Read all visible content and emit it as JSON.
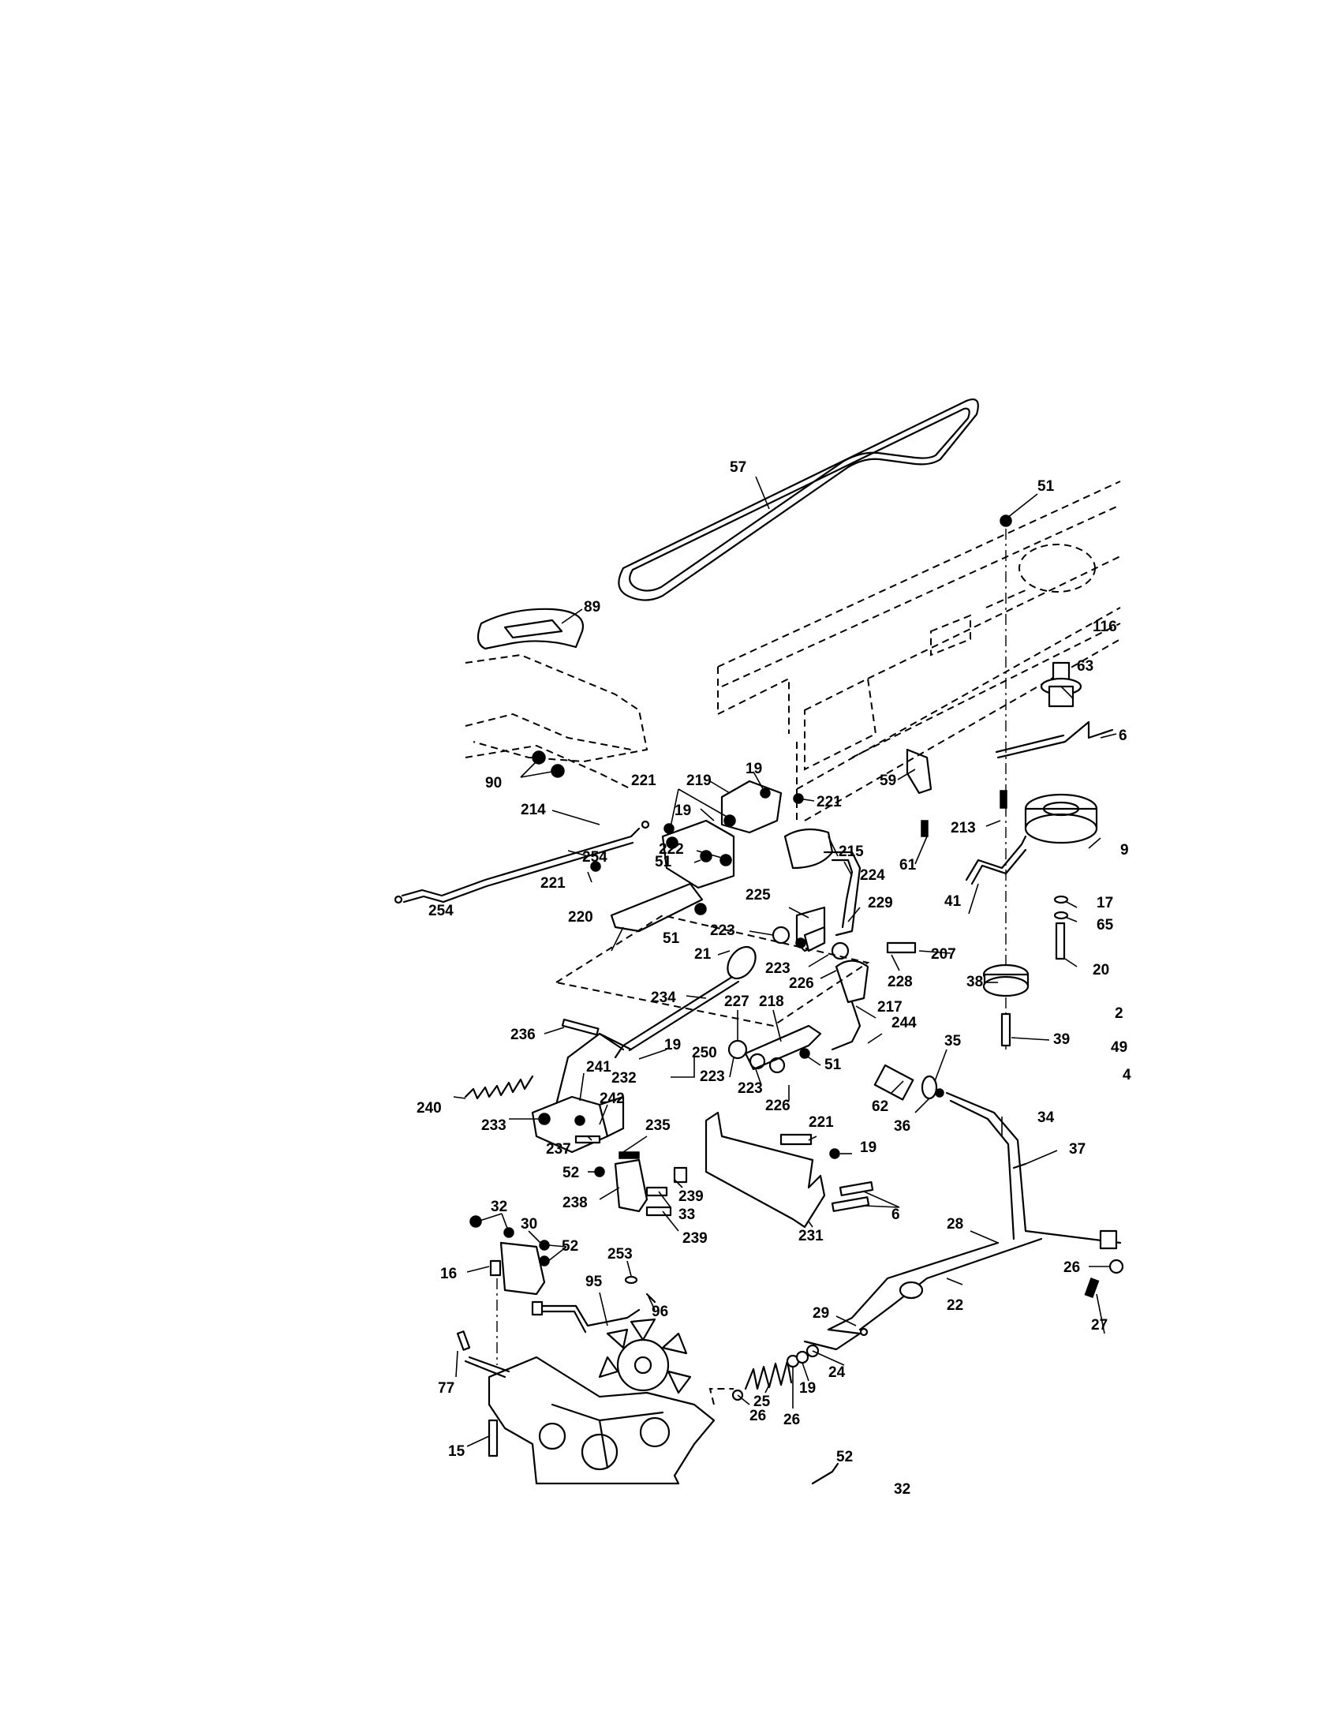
{
  "callouts": [
    {
      "id": "c57",
      "text": "57"
    },
    {
      "id": "c51a",
      "text": "51"
    },
    {
      "id": "c89",
      "text": "89"
    },
    {
      "id": "c116",
      "text": "116"
    },
    {
      "id": "c63",
      "text": "63"
    },
    {
      "id": "c6a",
      "text": "6"
    },
    {
      "id": "c90",
      "text": "90"
    },
    {
      "id": "c19a",
      "text": "19"
    },
    {
      "id": "c221a",
      "text": "221"
    },
    {
      "id": "c219",
      "text": "219"
    },
    {
      "id": "c221b",
      "text": "221"
    },
    {
      "id": "c19b",
      "text": "19"
    },
    {
      "id": "c59",
      "text": "59"
    },
    {
      "id": "c213",
      "text": "213"
    },
    {
      "id": "c214",
      "text": "214"
    },
    {
      "id": "c215",
      "text": "215"
    },
    {
      "id": "c9",
      "text": "9"
    },
    {
      "id": "c254a",
      "text": "254"
    },
    {
      "id": "c222",
      "text": "222"
    },
    {
      "id": "c61",
      "text": "61"
    },
    {
      "id": "c224",
      "text": "224"
    },
    {
      "id": "c51b",
      "text": "51"
    },
    {
      "id": "c221c",
      "text": "221"
    },
    {
      "id": "c41",
      "text": "41"
    },
    {
      "id": "c17",
      "text": "17"
    },
    {
      "id": "c254b",
      "text": "254"
    },
    {
      "id": "c225",
      "text": "225"
    },
    {
      "id": "c229",
      "text": "229"
    },
    {
      "id": "c220",
      "text": "220"
    },
    {
      "id": "c65",
      "text": "65"
    },
    {
      "id": "c51c",
      "text": "51"
    },
    {
      "id": "c223a",
      "text": "223"
    },
    {
      "id": "c207",
      "text": "207"
    },
    {
      "id": "c21",
      "text": "21"
    },
    {
      "id": "c20",
      "text": "20"
    },
    {
      "id": "c223b",
      "text": "223"
    },
    {
      "id": "c228",
      "text": "228"
    },
    {
      "id": "c226a",
      "text": "226"
    },
    {
      "id": "c38",
      "text": "38"
    },
    {
      "id": "c234",
      "text": "234"
    },
    {
      "id": "c227",
      "text": "227"
    },
    {
      "id": "c218",
      "text": "218"
    },
    {
      "id": "c217",
      "text": "217"
    },
    {
      "id": "c2",
      "text": "2"
    },
    {
      "id": "c244",
      "text": "244"
    },
    {
      "id": "c236",
      "text": "236"
    },
    {
      "id": "c39",
      "text": "39"
    },
    {
      "id": "c35",
      "text": "35"
    },
    {
      "id": "c19c",
      "text": "19"
    },
    {
      "id": "c250",
      "text": "250"
    },
    {
      "id": "c49",
      "text": "49"
    },
    {
      "id": "c51d",
      "text": "51"
    },
    {
      "id": "c241",
      "text": "241"
    },
    {
      "id": "c223c",
      "text": "223"
    },
    {
      "id": "c232",
      "text": "232"
    },
    {
      "id": "c4",
      "text": "4"
    },
    {
      "id": "c223d",
      "text": "223"
    },
    {
      "id": "c240",
      "text": "240"
    },
    {
      "id": "c242",
      "text": "242"
    },
    {
      "id": "c62",
      "text": "62"
    },
    {
      "id": "c226b",
      "text": "226"
    },
    {
      "id": "c34",
      "text": "34"
    },
    {
      "id": "c233",
      "text": "233"
    },
    {
      "id": "c36",
      "text": "36"
    },
    {
      "id": "c235",
      "text": "235"
    },
    {
      "id": "c221d",
      "text": "221"
    },
    {
      "id": "c237",
      "text": "237"
    },
    {
      "id": "c37",
      "text": "37"
    },
    {
      "id": "c19d",
      "text": "19"
    },
    {
      "id": "c52a",
      "text": "52"
    },
    {
      "id": "c239a",
      "text": "239"
    },
    {
      "id": "c238",
      "text": "238"
    },
    {
      "id": "c33",
      "text": "33"
    },
    {
      "id": "c6b",
      "text": "6"
    },
    {
      "id": "c32a",
      "text": "32"
    },
    {
      "id": "c231",
      "text": "231"
    },
    {
      "id": "c30",
      "text": "30"
    },
    {
      "id": "c239b",
      "text": "239"
    },
    {
      "id": "c28",
      "text": "28"
    },
    {
      "id": "c52b",
      "text": "52"
    },
    {
      "id": "c253",
      "text": "253"
    },
    {
      "id": "c16",
      "text": "16"
    },
    {
      "id": "c26a",
      "text": "26"
    },
    {
      "id": "c95",
      "text": "95"
    },
    {
      "id": "c22",
      "text": "22"
    },
    {
      "id": "c96",
      "text": "96"
    },
    {
      "id": "c27",
      "text": "27"
    },
    {
      "id": "c29",
      "text": "29"
    },
    {
      "id": "c24",
      "text": "24"
    },
    {
      "id": "c77",
      "text": "77"
    },
    {
      "id": "c25",
      "text": "25"
    },
    {
      "id": "c19e",
      "text": "19"
    },
    {
      "id": "c26b",
      "text": "26"
    },
    {
      "id": "c26c",
      "text": "26"
    },
    {
      "id": "c15",
      "text": "15"
    },
    {
      "id": "c52c",
      "text": "52"
    },
    {
      "id": "c32b",
      "text": "32"
    }
  ]
}
